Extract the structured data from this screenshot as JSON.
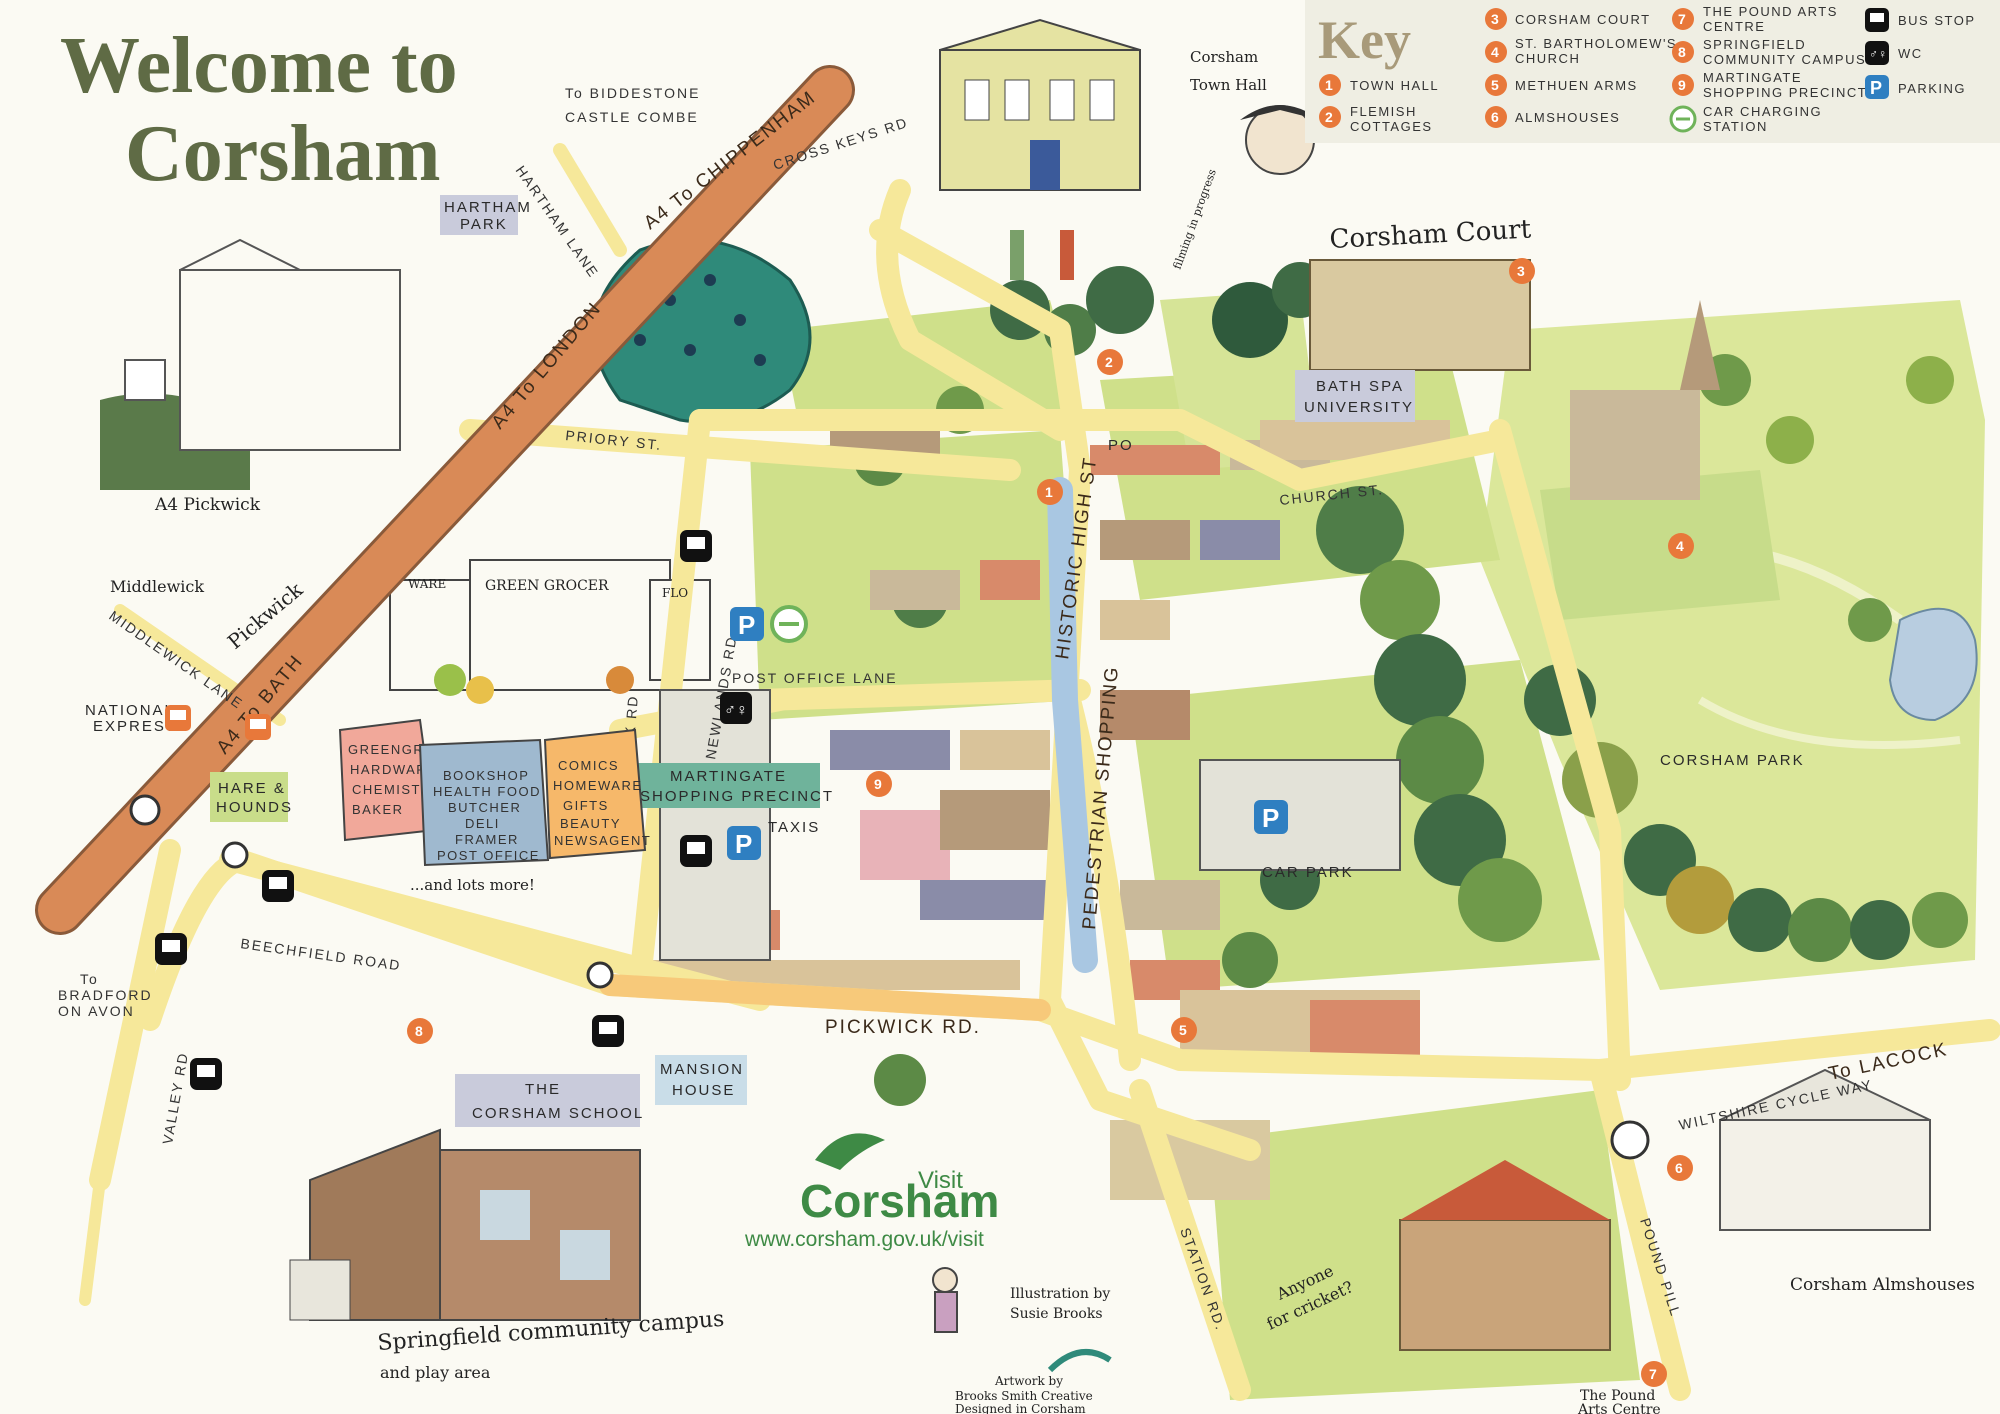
{
  "title": {
    "line1": "Welcome to",
    "line2": "Corsham"
  },
  "key": {
    "heading": "Key",
    "items": [
      {
        "num": "1",
        "label": "TOWN HALL"
      },
      {
        "num": "2",
        "label": "FLEMISH",
        "label2": "COTTAGES"
      },
      {
        "num": "3",
        "label": "CORSHAM COURT"
      },
      {
        "num": "4",
        "label": "ST. BARTHOLOMEW'S",
        "label2": "CHURCH"
      },
      {
        "num": "5",
        "label": "METHUEN ARMS"
      },
      {
        "num": "6",
        "label": "ALMSHOUSES"
      },
      {
        "num": "7",
        "label": "THE POUND ARTS",
        "label2": "CENTRE"
      },
      {
        "num": "8",
        "label": "SPRINGFIELD",
        "label2": "COMMUNITY CAMPUS"
      },
      {
        "num": "9",
        "label": "MARTINGATE",
        "label2": "SHOPPING PRECINCT"
      }
    ],
    "car_charging": {
      "label": "CAR CHARGING",
      "label2": "STATION"
    },
    "bus_stop": "BUS STOP",
    "wc": "WC",
    "parking": "PARKING"
  },
  "roads": {
    "a4_chippenham": "A4 To CHIPPENHAM",
    "a4_london": "A4 To LONDON",
    "a4_bath": "A4 To BATH",
    "priory": "PRIORY ST.",
    "cross_keys": "CROSS KEYS RD",
    "hartham_lane": "HARTHAM LANE",
    "middlewick_lane": "MIDDLEWICK LANE",
    "newlands": "NEWLANDS RD",
    "post_office_lane": "POST OFFICE LANE",
    "historic_high_st": "HISTORIC HIGH ST",
    "pedestrian_shopping": "PEDESTRIAN SHOPPING",
    "church_st": "CHURCH ST.",
    "pickwick_rd": "PICKWICK RD.",
    "beechfield": "BEECHFIELD ROAD",
    "valley_rd": "VALLEY RD",
    "station_rd": "STATION RD.",
    "pound_pill": "POUND PILL",
    "lacock": "To LACOCK",
    "cycle_way": "WILTSHIRE CYCLE WAY",
    "biddestone1": "To BIDDESTONE",
    "biddestone2": "CASTLE COMBE",
    "bradford1": "To",
    "bradford2": "BRADFORD",
    "bradford3": "ON AVON",
    "pickwick_rd_small": "PICKWICK RD"
  },
  "places": {
    "hartham_park": "HARTHAM PARK",
    "hare_hounds": "HARE & HOUNDS",
    "bath_spa": "BATH SPA UNIVERSITY",
    "martingate": "MARTINGATE SHOPPING PRECINCT",
    "corsham_school": "THE CORSHAM SCHOOL",
    "mansion_house": "MANSION HOUSE",
    "corsham_park": "CORSHAM PARK",
    "car_park": "CAR PARK",
    "national_express": "NATIONAL EXPRESS",
    "taxis": "TAXIS",
    "po": "PO",
    "middlewick": "Middlewick",
    "pickwick": "Pickwick",
    "corsham_court": "Corsham Court",
    "town_hall_caption": "Corsham Town Hall",
    "filming": "filming in progress",
    "a4_pickwick": "A4 Pickwick",
    "greengrocer": "GREEN GROCER",
    "ware": "WARE",
    "flo": "FLO",
    "and_lots_more": "...and lots more!",
    "springfield": "Springfield community campus",
    "play_area": "and play area",
    "almshouses_caption": "Corsham Almshouses",
    "cricket": "Anyone for cricket?",
    "pound_caption1": "The Pound",
    "pound_caption2": "Arts Centre"
  },
  "bags": [
    {
      "lines": [
        "GREENGROCER",
        "HARDWARE",
        "CHEMIST",
        "BAKER"
      ]
    },
    {
      "lines": [
        "BOOKSHOP",
        "HEALTH FOOD",
        "BUTCHER",
        "DELI",
        "FRAMER",
        "POST OFFICE"
      ]
    },
    {
      "lines": [
        "COMICS",
        "HOMEWARE",
        "GIFTS",
        "BEAUTY",
        "NEWSAGENT"
      ]
    }
  ],
  "brand": {
    "visit": "Visit",
    "name": "Corsham",
    "url": "www.corsham.gov.uk/visit"
  },
  "credits": {
    "illustration1": "Illustration by",
    "illustration2": "Susie Brooks",
    "artwork1": "Artwork by",
    "artwork2": "Brooks Smith Creative",
    "artwork3": "Designed in Corsham"
  },
  "colors": {
    "road": "#f6e89a",
    "a4": "#d98a57",
    "grass": "#cfe08a",
    "park": "#dbe79a",
    "tree_dark": "#3f6b45",
    "tree_mid": "#6f9a4a",
    "marker": "#e8783a",
    "parking": "#2f7fc1",
    "place_box": "#c9cbdb",
    "martingate_box": "#6fb39b",
    "key_bg": "#efeee3",
    "title": "#5f6b45",
    "brand_green": "#3e8a45"
  }
}
